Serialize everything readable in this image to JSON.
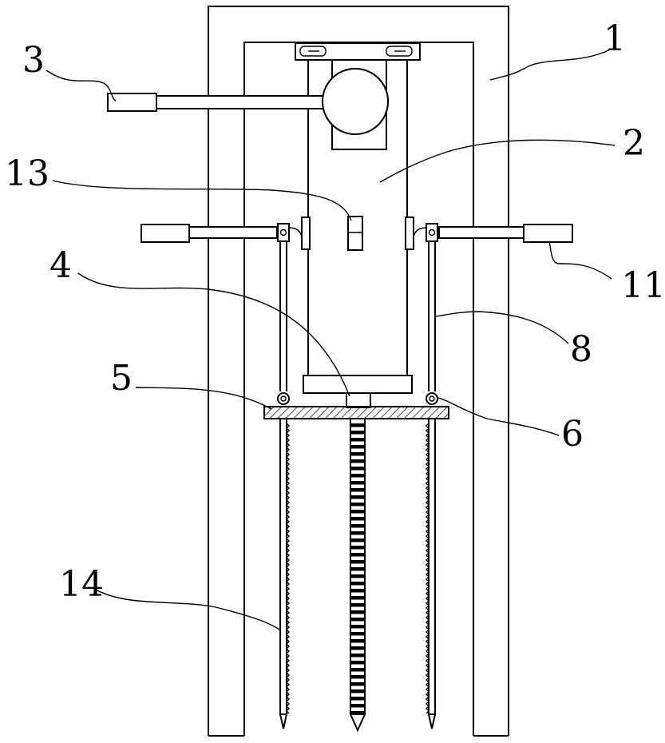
{
  "figure": {
    "labels": {
      "frame": "1",
      "housing": "2",
      "left_handle": "3",
      "spindle": "4",
      "plate": "5",
      "pivot": "6",
      "rod": "8",
      "side_handle": "11",
      "button": "13",
      "pile": "14"
    }
  }
}
